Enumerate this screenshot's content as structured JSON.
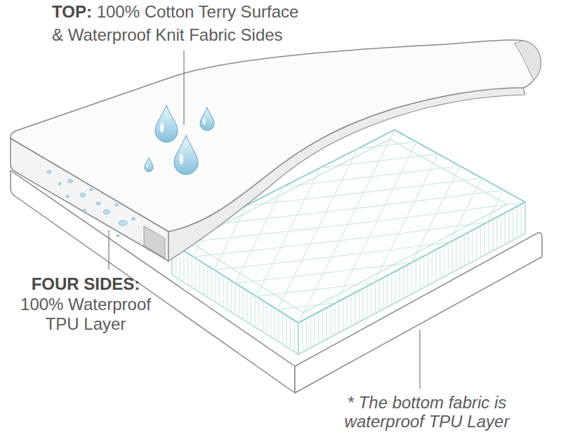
{
  "diagram": {
    "labels": [
      "TOP:",
      "100% Cotton Terry Surface & Waterproof Knit Fabric Sides",
      "FOUR SIDES:",
      "100% Waterproof TPU Layer",
      "* The bottom fabric is waterproof TPU Layer"
    ]
  }
}
